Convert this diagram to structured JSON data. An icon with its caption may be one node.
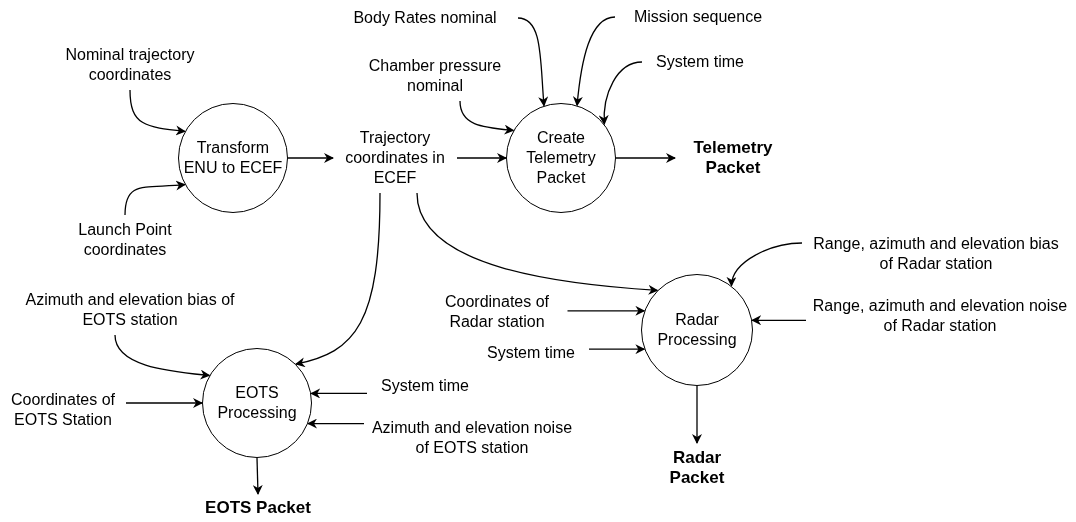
{
  "diagram": {
    "nodes": [
      {
        "text": [
          "Nominal trajectory coordinates"
        ]
      },
      {
        "text": [
          "Launch Point coordinates"
        ]
      },
      {
        "text": [
          "Transform ENU to ECEF"
        ]
      },
      {
        "text": [
          "Trajectory coordinates in ECEF"
        ]
      },
      {
        "text": [
          "Body Rates nominal"
        ]
      },
      {
        "text": [
          "Mission sequence"
        ]
      },
      {
        "text": [
          "Chamber pressure nominal"
        ]
      },
      {
        "text": [
          "System time"
        ]
      },
      {
        "text": [
          "Create Telemetry Packet"
        ]
      },
      {
        "text": [
          "Telemetry Packet"
        ]
      },
      {
        "text": [
          "Range, azimuth and elevation bias of Radar station"
        ]
      },
      {
        "text": [
          "Coordinates of Radar station"
        ]
      },
      {
        "text": [
          "Range, azimuth and elevation noise of Radar station"
        ]
      },
      {
        "text": [
          "System time"
        ]
      },
      {
        "text": [
          "Radar Processing"
        ]
      },
      {
        "text": [
          "Radar Packet"
        ]
      },
      {
        "text": [
          "Azimuth and elevation bias of EOTS station"
        ]
      },
      {
        "text": [
          "Coordinates of EOTS Station"
        ]
      },
      {
        "text": [
          "EOTS Processing"
        ]
      },
      {
        "text": [
          "System time"
        ]
      },
      {
        "text": [
          "Azimuth and elevation noise of EOTS station"
        ]
      },
      {
        "text": [
          "EOTS Packet"
        ]
      }
    ],
    "edges": [
      {
        "from": 0,
        "to": 2,
        "arrow": "to"
      },
      {
        "from": 1,
        "to": 2,
        "arrow": "to"
      },
      {
        "from": 2,
        "to": 3,
        "arrow": "to"
      },
      {
        "from": 3,
        "to": 8,
        "arrow": "to"
      },
      {
        "from": 4,
        "to": 8,
        "arrow": "to"
      },
      {
        "from": 5,
        "to": 8,
        "arrow": "to"
      },
      {
        "from": 6,
        "to": 8,
        "arrow": "to"
      },
      {
        "from": 7,
        "to": 8,
        "arrow": "to"
      },
      {
        "from": 8,
        "to": 9,
        "arrow": "to"
      },
      {
        "from": 3,
        "to": 14,
        "arrow": "to"
      },
      {
        "from": 3,
        "to": 18,
        "arrow": "to"
      },
      {
        "from": 10,
        "to": 14,
        "arrow": "to"
      },
      {
        "from": 11,
        "to": 14,
        "arrow": "to"
      },
      {
        "from": 12,
        "to": 14,
        "arrow": "to"
      },
      {
        "from": 13,
        "to": 14,
        "arrow": "to"
      },
      {
        "from": 14,
        "to": 15,
        "arrow": "to"
      },
      {
        "from": 16,
        "to": 18,
        "arrow": "to"
      },
      {
        "from": 17,
        "to": 18,
        "arrow": "to"
      },
      {
        "from": 19,
        "to": 18,
        "arrow": "to"
      },
      {
        "from": 20,
        "to": 18,
        "arrow": "to"
      },
      {
        "from": 18,
        "to": 21,
        "arrow": "to"
      }
    ]
  }
}
